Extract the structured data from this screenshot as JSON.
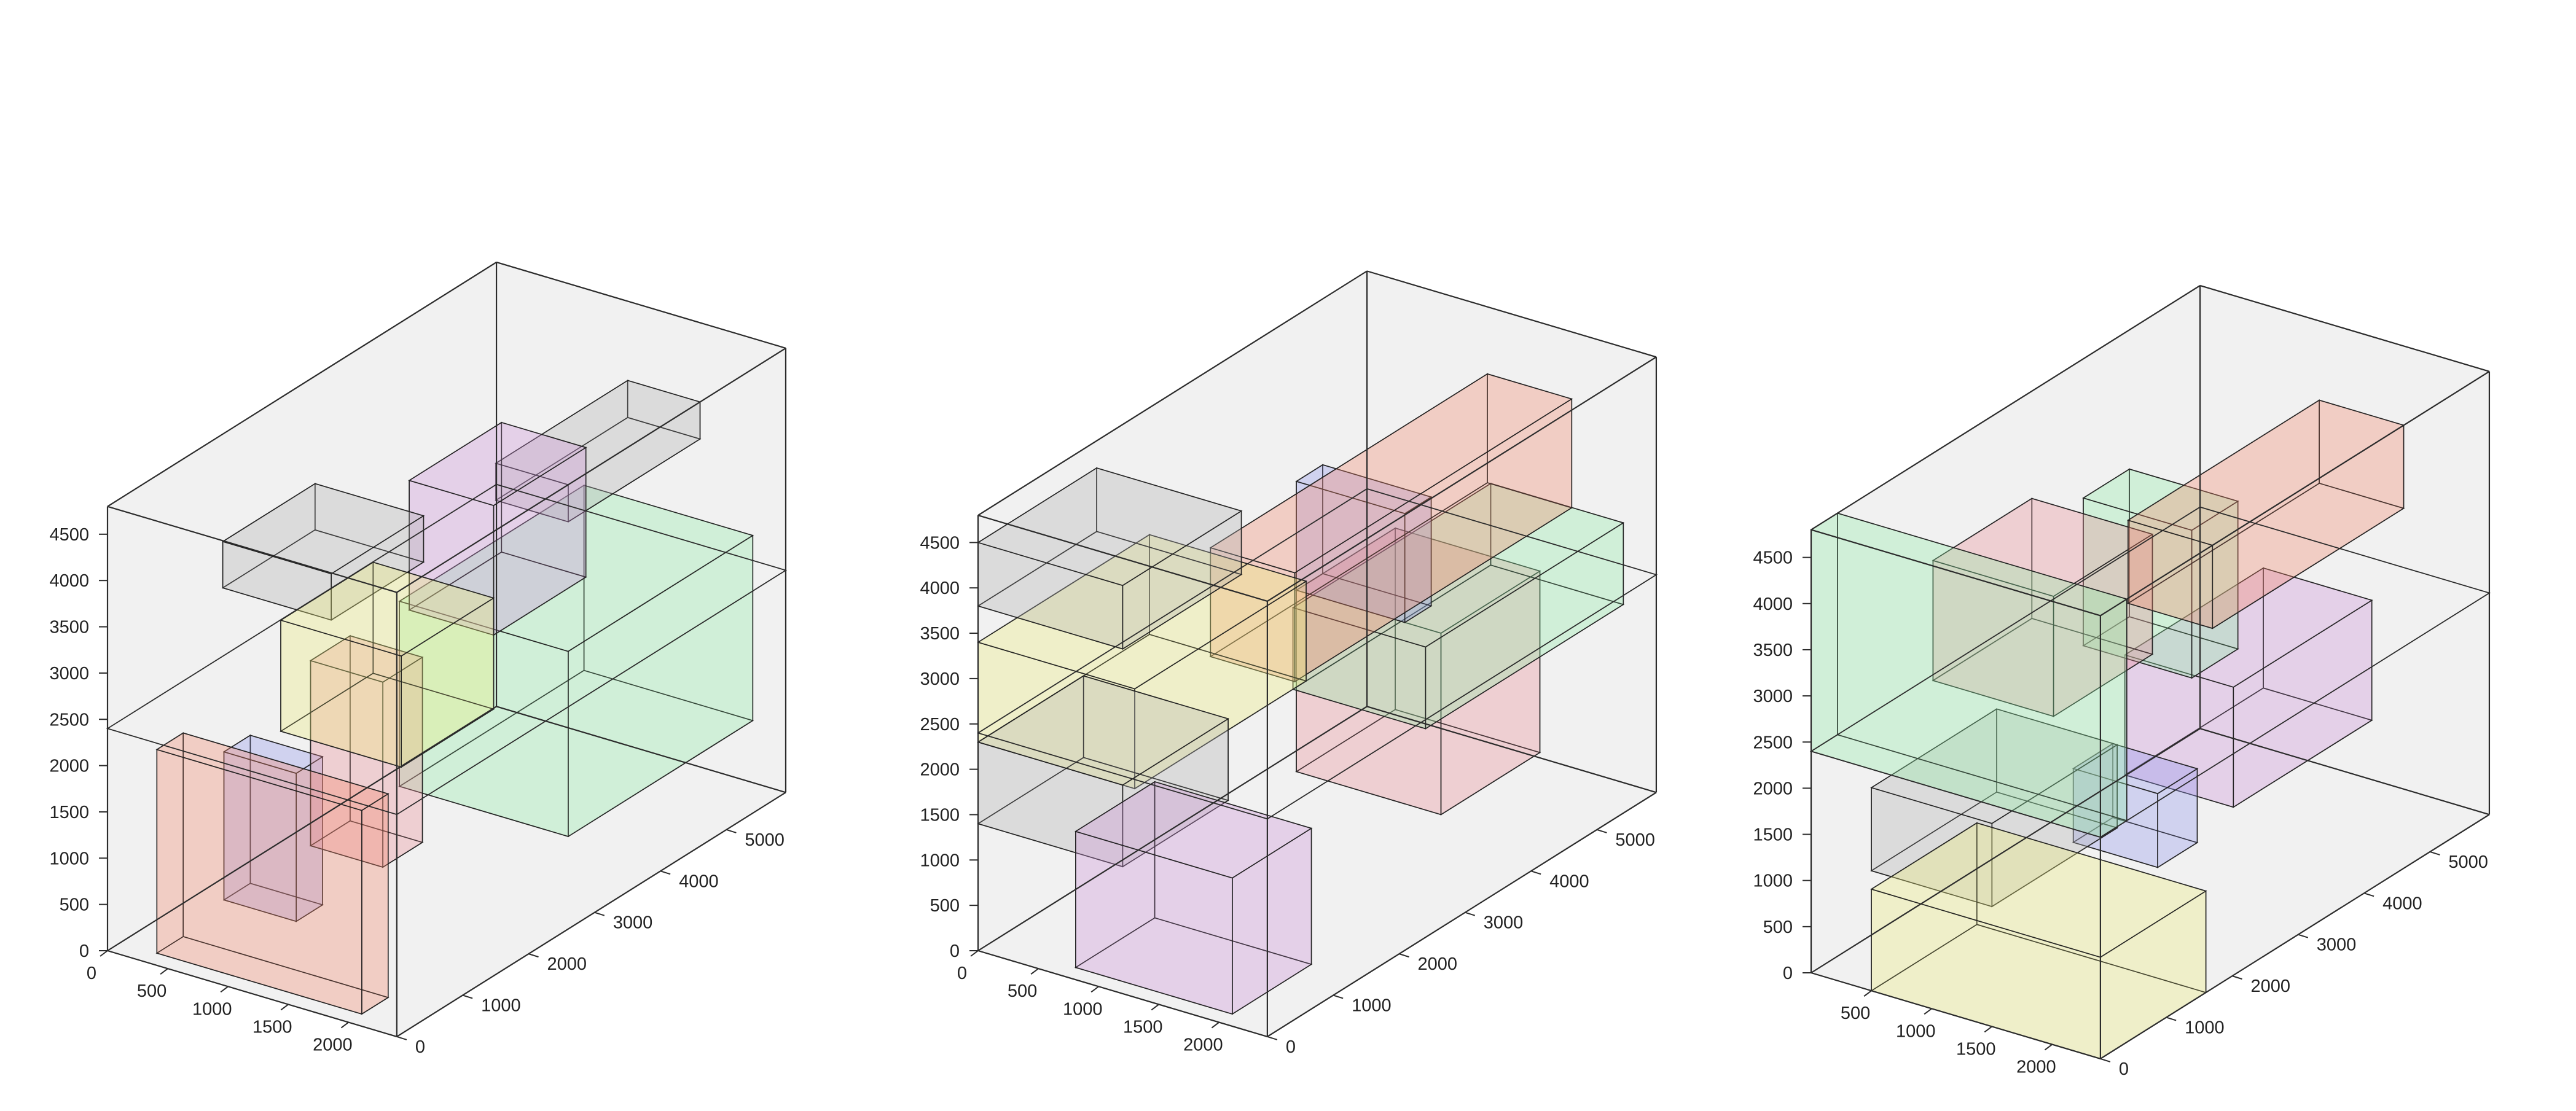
{
  "chart_data": [
    {
      "type": "3d-box-packing",
      "axes": {
        "x": {
          "ticks": [
            0,
            500,
            1000,
            1500,
            2000
          ],
          "range": [
            0,
            2400
          ]
        },
        "y": {
          "ticks": [
            0,
            1000,
            2000,
            3000,
            4000,
            5000
          ],
          "range": [
            0,
            5900
          ]
        },
        "z": {
          "ticks": [
            0,
            500,
            1000,
            1500,
            2000,
            2500,
            3000,
            3500,
            4000,
            4500
          ],
          "range": [
            0,
            4800
          ]
        }
      },
      "boxes": [
        {
          "min": [
            300,
            200,
            0
          ],
          "max": [
            2000,
            600,
            2200
          ],
          "color": "#f5866b"
        },
        {
          "min": [
            200,
            1400,
            0
          ],
          "max": [
            800,
            1800,
            1600
          ],
          "color": "#8f93ec"
        },
        {
          "min": [
            700,
            1800,
            600
          ],
          "max": [
            1300,
            2400,
            2600
          ],
          "color": "#e78a93"
        },
        {
          "min": [
            1000,
            2600,
            1000
          ],
          "max": [
            2400,
            5400,
            3000
          ],
          "color": "#8ff0a8"
        },
        {
          "min": [
            1000,
            800,
            2400
          ],
          "max": [
            2000,
            2200,
            3600
          ],
          "color": "#eef07a"
        },
        {
          "min": [
            300,
            1200,
            3500
          ],
          "max": [
            1200,
            2600,
            4000
          ],
          "color": "#b0b0b0"
        },
        {
          "min": [
            1300,
            2200,
            3200
          ],
          "max": [
            2000,
            3600,
            4600
          ],
          "color": "#cf8ed6"
        },
        {
          "min": [
            1800,
            2600,
            4400
          ],
          "max": [
            2400,
            4600,
            4800
          ],
          "color": "#b0b0b0"
        }
      ]
    },
    {
      "type": "3d-box-packing",
      "axes": {
        "x": {
          "ticks": [
            0,
            500,
            1000,
            1500,
            2000
          ],
          "range": [
            0,
            2400
          ]
        },
        "y": {
          "ticks": [
            0,
            1000,
            2000,
            3000,
            4000,
            5000
          ],
          "range": [
            0,
            5900
          ]
        },
        "z": {
          "ticks": [
            0,
            500,
            1000,
            1500,
            2000,
            2500,
            3000,
            3500,
            4000,
            4500
          ],
          "range": [
            0,
            4800
          ]
        }
      },
      "boxes": [
        {
          "min": [
            700,
            200,
            0
          ],
          "max": [
            2000,
            1400,
            1500
          ],
          "color": "#cf8ed6"
        },
        {
          "min": [
            0,
            0,
            1400
          ],
          "max": [
            1200,
            1600,
            2300
          ],
          "color": "#b0b0b0"
        },
        {
          "min": [
            0,
            0,
            2300
          ],
          "max": [
            1300,
            2600,
            3400
          ],
          "color": "#eef07a"
        },
        {
          "min": [
            0,
            0,
            3800
          ],
          "max": [
            1200,
            1800,
            4500
          ],
          "color": "#b0b0b0"
        },
        {
          "min": [
            1000,
            3000,
            1000
          ],
          "max": [
            2200,
            4500,
            3000
          ],
          "color": "#e78a93"
        },
        {
          "min": [
            1000,
            3000,
            3000
          ],
          "max": [
            1900,
            3400,
            4200
          ],
          "color": "#8f93ec"
        },
        {
          "min": [
            1300,
            2400,
            2300
          ],
          "max": [
            2400,
            5400,
            3200
          ],
          "color": "#8ff0a8"
        },
        {
          "min": [
            1600,
            600,
            3600
          ],
          "max": [
            2300,
            4800,
            4800
          ],
          "color": "#f5866b"
        }
      ]
    },
    {
      "type": "3d-box-packing",
      "axes": {
        "x": {
          "ticks": [
            500,
            1000,
            1500,
            2000
          ],
          "range": [
            0,
            2400
          ]
        },
        "y": {
          "ticks": [
            0,
            1000,
            2000,
            3000,
            4000,
            5000
          ],
          "range": [
            0,
            5900
          ]
        },
        "z": {
          "ticks": [
            0,
            500,
            1000,
            1500,
            2000,
            2500,
            3000,
            3500,
            4000,
            4500
          ],
          "range": [
            0,
            4800
          ]
        }
      },
      "boxes": [
        {
          "min": [
            500,
            0,
            0
          ],
          "max": [
            2400,
            1600,
            1100
          ],
          "color": "#eef07a"
        },
        {
          "min": [
            500,
            0,
            1300
          ],
          "max": [
            1500,
            1900,
            2200
          ],
          "color": "#b0b0b0"
        },
        {
          "min": [
            1300,
            1600,
            1200
          ],
          "max": [
            2000,
            2200,
            2000
          ],
          "color": "#8f93ec"
        },
        {
          "min": [
            1400,
            2200,
            1700
          ],
          "max": [
            2300,
            4300,
            3000
          ],
          "color": "#cf8ed6"
        },
        {
          "min": [
            0,
            0,
            2400
          ],
          "max": [
            2400,
            400,
            4800
          ],
          "color": "#8ff0a8"
        },
        {
          "min": [
            300,
            1300,
            2700
          ],
          "max": [
            1300,
            2800,
            4000
          ],
          "color": "#e78a93"
        },
        {
          "min": [
            1000,
            2300,
            2900
          ],
          "max": [
            1900,
            3000,
            4500
          ],
          "color": "#8ff0a8"
        },
        {
          "min": [
            1700,
            1700,
            3900
          ],
          "max": [
            2400,
            4600,
            4800
          ],
          "color": "#f5866b"
        }
      ]
    }
  ]
}
